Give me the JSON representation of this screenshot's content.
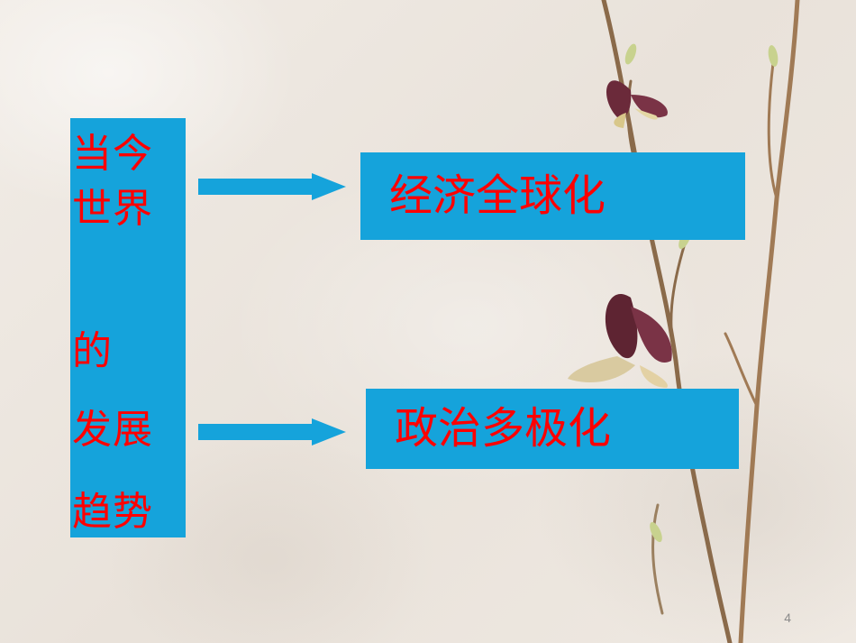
{
  "left_panel": {
    "lines": [
      "当今",
      "世界",
      "的",
      "发展",
      "趋势"
    ]
  },
  "boxes": {
    "top": "经济全球化",
    "bottom": "政治多极化"
  },
  "page_number": "4",
  "colors": {
    "panel": "#15a3db",
    "text": "#ff0000",
    "arrow": "#15a3db",
    "background": "#ece6df"
  }
}
